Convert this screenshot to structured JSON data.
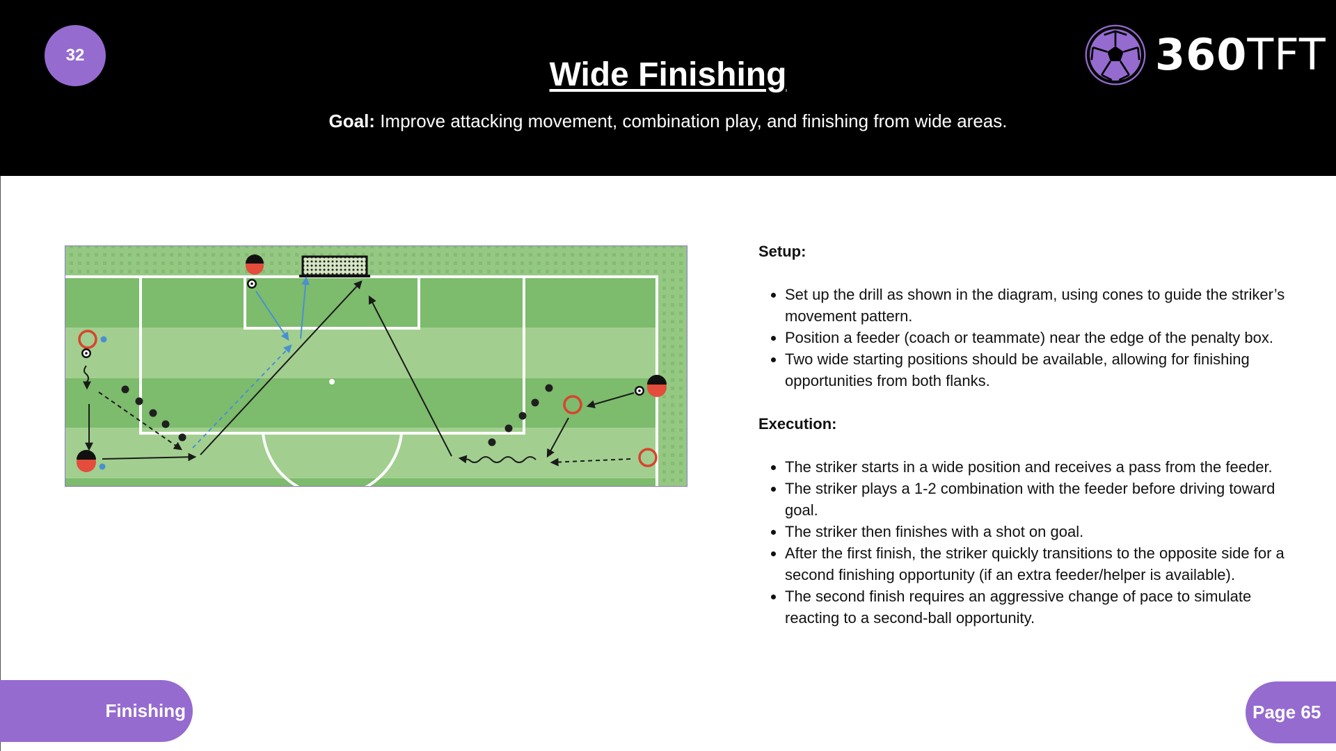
{
  "header": {
    "drill_number": "32",
    "title": "Wide Finishing",
    "goal_label": "Goal:",
    "goal_text": " Improve attacking movement, combination play, and finishing from wide areas.",
    "logo": {
      "icon": "soccer-ball-icon",
      "text_bold": "360",
      "text_light": "TFT"
    }
  },
  "diagram": {
    "description": "Drill diagram of penalty area with players, cones and movement arrows",
    "colors": {
      "pitch_dark": "#7dbb6d",
      "pitch_light": "#a2cf8f",
      "border_area": "#93c87f",
      "player_red": "#e44c3b",
      "cone_outline": "#d9432f",
      "pass_blue": "#4a90d0",
      "line_black": "#1a1a1a"
    }
  },
  "setup": {
    "title": "Setup:",
    "items": [
      "Set up the drill as shown in the diagram, using cones to guide the striker’s movement pattern.",
      "Position a feeder (coach or teammate) near the edge of the penalty box.",
      "Two wide starting positions should be available, allowing for finishing opportunities from both flanks."
    ]
  },
  "execution": {
    "title": "Execution:",
    "items": [
      "The striker starts in a wide position and receives a pass from the feeder.",
      "The striker plays a 1-2 combination with the feeder before driving toward goal.",
      "The striker then finishes with a shot on goal.",
      "After the first finish, the striker quickly transitions to the opposite side for a second finishing opportunity (if an extra feeder/helper is available).",
      "The second finish requires an aggressive change of pace to simulate reacting to a second-ball opportunity."
    ]
  },
  "footer": {
    "category": "Finishing",
    "page": "Page 65"
  },
  "theme": {
    "accent": "#956bd0",
    "header_bg": "#000000"
  }
}
